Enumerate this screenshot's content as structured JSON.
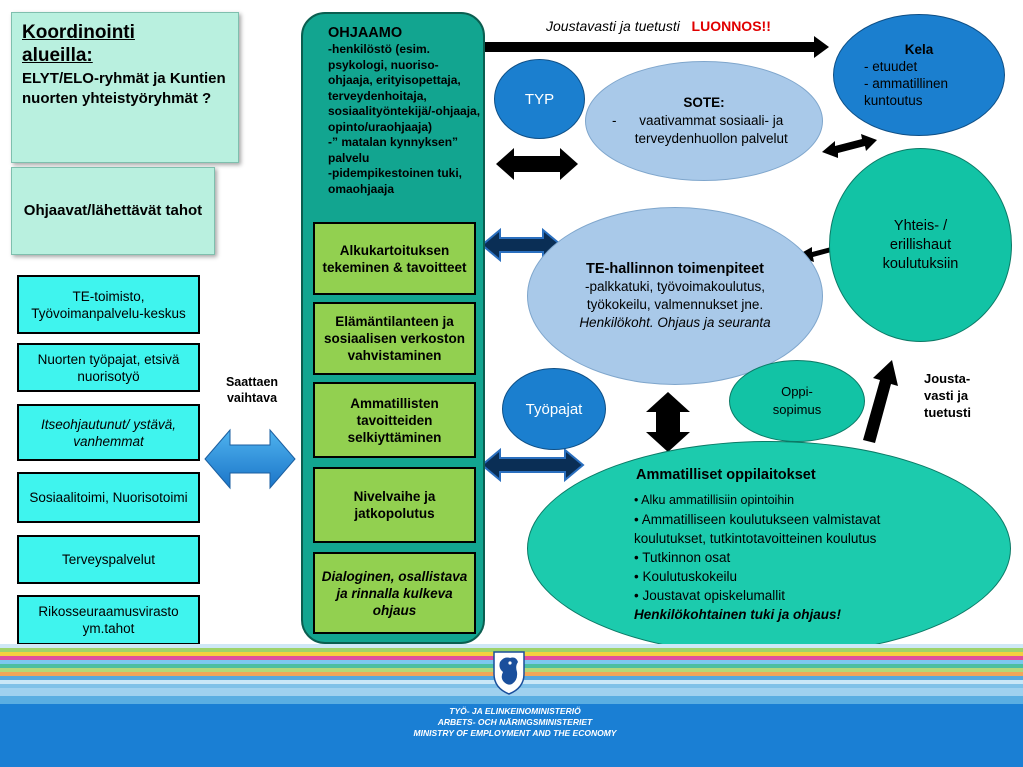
{
  "coordination": {
    "title_line1": "Koordinointi",
    "title_line2": "alueilla:",
    "subtitle": "ELYT/ELO-ryhmät ja Kuntien nuorten yhteistyöryhmät ?"
  },
  "referring_title": "Ohjaavat/lähettävät tahot",
  "left_boxes": [
    "TE-toimisto, Työvoimanpalvelu-keskus",
    "Nuorten työpajat, etsivä nuorisotyö",
    "Itseohjautunut/ ystävä, vanhemmat",
    "Sosiaalitoimi, Nuorisotoimi",
    "Terveyspalvelut",
    "Rikosseuraamusvirasto ym.tahot"
  ],
  "saattaen": "Saattaen vaihtava",
  "ohjaamo": {
    "title": "OHJAAMO",
    "lines": [
      "-henkilöstö (esim.",
      "psykologi, nuoriso-ohjaaja, erityisopettaja, terveydenhoitaja, sosiaalityöntekijä/-ohjaaja, opinto/uraohjaaja)",
      "-” matalan kynnyksen” palvelu",
      "-pidempikestoinen tuki, omaohjaaja"
    ],
    "stages": [
      "Alkukartoituksen tekeminen & tavoitteet",
      "Elämäntilanteen ja sosiaalisen verkoston vahvistaminen",
      "Ammatillisten tavoitteiden selkiyttäminen",
      "Nivelvaihe ja jatkopolutus",
      "Dialoginen, osallistava ja rinnalla kulkeva ohjaus"
    ]
  },
  "top_arrow": {
    "label": "Joustavasti ja tuetusti",
    "draft": "LUONNOS!!"
  },
  "typ": "TYP",
  "tyopajat": "Työpajat",
  "sote": {
    "title": "SOTE:",
    "item": "vaativammat sosiaali- ja terveydenhuollon palvelut"
  },
  "te": {
    "title": "TE-hallinnon toimenpiteet",
    "body": "-palkkatuki, työvoimakoulutus, työkokeilu, valmennukset jne.",
    "italic": "Henkilökoht. Ohjaus ja seuranta"
  },
  "kela": {
    "title": "Kela",
    "items": [
      "- etuudet",
      "- ammatillinen kuntoutus"
    ]
  },
  "yhteishaut": "Yhteis- / erillishaut koulutuksiin",
  "oppisopimus": "Oppi-sopimus",
  "vocational": {
    "title": "Ammatilliset oppilaitokset",
    "items": [
      "Alku ammatillisiin opintoihin",
      "Ammatilliseen koulutukseen valmistavat koulutukset, tutkintotavoitteinen koulutus",
      "Tutkinnon osat",
      "Koulutuskokeilu",
      "Joustavat opiskelumallit"
    ],
    "closing": "Henkilökohtainen tuki ja ohjaus!"
  },
  "jousta_label": "Jousta-vasti ja tuetusti",
  "footer": {
    "line1": "TYÖ- JA ELINKEINOMINISTERIÖ",
    "line2": "ARBETS- OCH NÄRINGSMINISTERIET",
    "line3": "MINISTRY OF EMPLOYMENT AND THE ECONOMY"
  },
  "colors": {
    "light_panel": "#b9f0df",
    "cyan_box": "#3ff4ee",
    "ohjaamo_green": "#12a590",
    "stage_green": "#92d050",
    "blue_circle": "#1b7fcf",
    "light_blue": "#a9c9e9",
    "teal": "#12c3a5",
    "footer_blue": "#1a7fd4",
    "draft_red": "#e00000"
  }
}
